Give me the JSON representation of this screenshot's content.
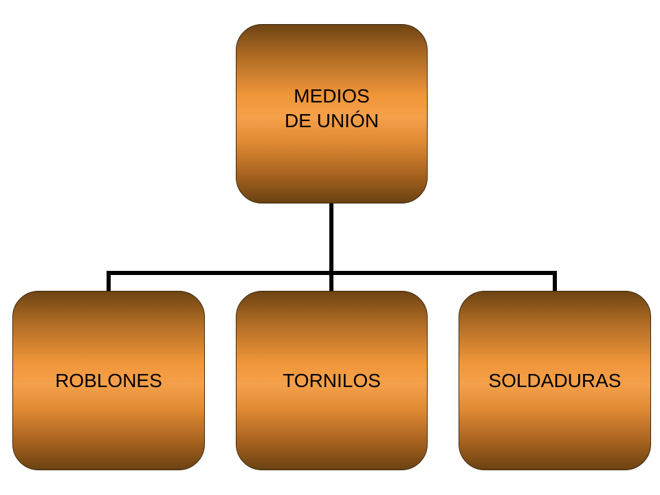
{
  "root": {
    "label": "MEDIOS\nDE UNIÓN"
  },
  "children": [
    {
      "label": "ROBLONES"
    },
    {
      "label": "TORNILOS"
    },
    {
      "label": "SOLDADURAS"
    }
  ],
  "colors": {
    "box_top": "#6e4413",
    "box_middle": "#f5a04a",
    "box_bottom": "#6b4212",
    "connector": "#000000",
    "text": "#000000"
  }
}
